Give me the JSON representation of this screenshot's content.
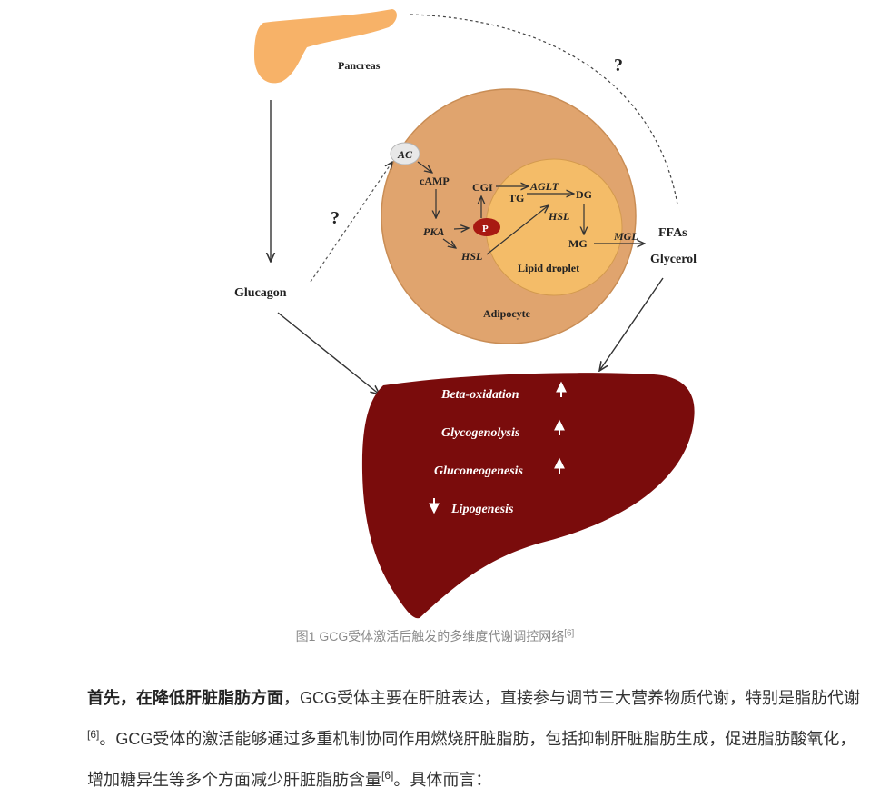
{
  "diagram": {
    "pancreas": "Pancreas",
    "question_top": "?",
    "question_left": "?",
    "ac": "AC",
    "camp": "cAMP",
    "pka": "PKA",
    "p": "P",
    "hsl_outer": "HSL",
    "cgi": "CGI",
    "aglt": "AGLT",
    "tg": "TG",
    "dg": "DG",
    "hsl_inner": "HSL",
    "mg": "MG",
    "mgl": "MGL",
    "lipid_droplet": "Lipid droplet",
    "adipocyte": "Adipocyte",
    "ffas": "FFAs",
    "glycerol": "Glycerol",
    "glucagon": "Glucagon",
    "liver_items": [
      {
        "label": "Beta-oxidation",
        "direction": "up"
      },
      {
        "label": "Glycogenolysis",
        "direction": "up"
      },
      {
        "label": "Gluconeogenesis",
        "direction": "up"
      },
      {
        "label": "Lipogenesis",
        "direction": "down"
      }
    ],
    "colors": {
      "pancreas": "#f7b268",
      "adipocyte": "#e0a46e",
      "lipid_droplet": "#f4bc68",
      "ac_node": "#e8e8e8",
      "p_node": "#a81a12",
      "liver": "#7a0c0c"
    }
  },
  "caption": {
    "text": "图1 GCG受体激活后触发的多维度代谢调控网络",
    "ref": "[6]"
  },
  "paragraph": {
    "bold_lead": "首先，在降低肝脏脂肪方面",
    "s1": "，GCG受体主要在肝脏表达，直接参与调节三大营养物质代谢，特别是脂肪代谢",
    "ref1": "[6]",
    "s2": "。GCG受体的激活能够通过多重机制协同作用燃烧肝脏脂肪，包括抑制肝脏脂肪生成，促进脂肪酸氧化，增加糖异生等多个方面减少肝脏脂肪含量",
    "ref2": "[6]",
    "s3": "。具体而言："
  }
}
